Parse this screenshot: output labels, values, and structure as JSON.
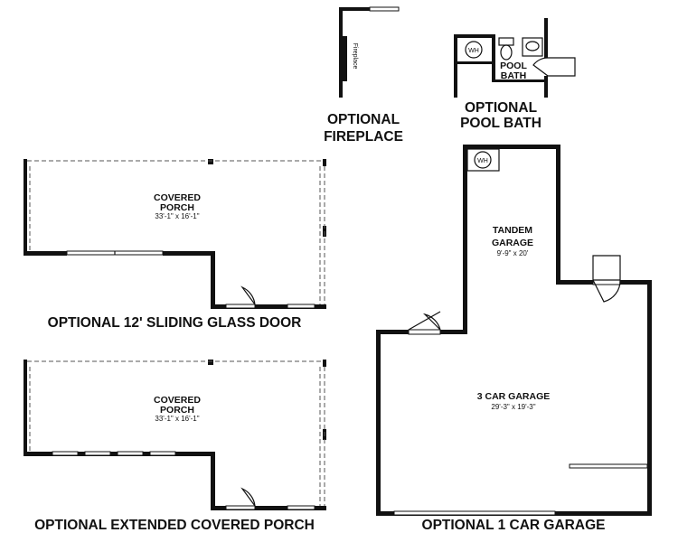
{
  "captions": {
    "fireplace_line1": "OPTIONAL",
    "fireplace_line2": "FIREPLACE",
    "pool_bath_line1": "OPTIONAL",
    "pool_bath_line2": "POOL BATH",
    "sliding_door": "OPTIONAL 12' SLIDING GLASS DOOR",
    "extended_porch": "OPTIONAL EXTENDED COVERED PORCH",
    "car_garage": "OPTIONAL 1 CAR GARAGE"
  },
  "labels": {
    "fireplace": "Fireplace",
    "pool_bath_wh": "WH",
    "pool_bath_line1": "POOL",
    "pool_bath_line2": "BATH"
  },
  "porch_sliding": {
    "name_line1": "COVERED",
    "name_line2": "PORCH",
    "dims": "33'-1\" x 16'-1\""
  },
  "porch_extended": {
    "name_line1": "COVERED",
    "name_line2": "PORCH",
    "dims": "33'-1\" x 16'-1\""
  },
  "tandem_garage": {
    "name_line1": "TANDEM",
    "name_line2": "GARAGE",
    "dims": "9'-9\" x 20'",
    "wh": "WH"
  },
  "three_car_garage": {
    "name": "3 CAR GARAGE",
    "dims": "29'-3\" x 19'-3\""
  }
}
